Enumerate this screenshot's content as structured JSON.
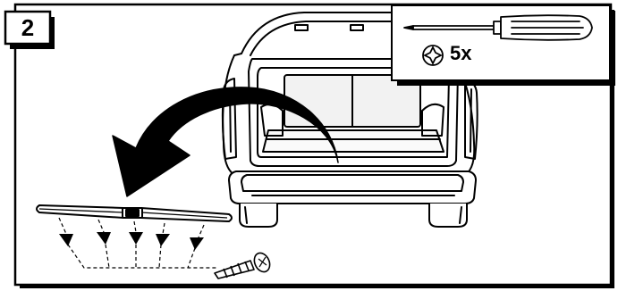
{
  "step": {
    "number": "2"
  },
  "tool_callout": {
    "tool_icon": "screwdriver-icon",
    "screw_icon": "cross-head-screw-icon",
    "quantity_label": "5x"
  },
  "illustration": {
    "vehicle": "suv-rear-open-liftgate",
    "removed_part": "tailgate-trim-strip",
    "fastener_icon": "screw-icon",
    "fastener_count": 5,
    "colors": {
      "line": "#000000",
      "background": "#ffffff",
      "fill_light": "#e6e6e6"
    }
  }
}
